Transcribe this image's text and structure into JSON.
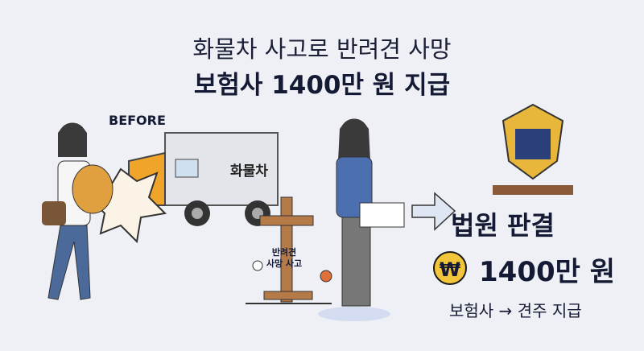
{
  "headline": {
    "line1": "화물차 사고로 반려견 사망",
    "line2": "보험사 1400만 원 지급"
  },
  "scene": {
    "before_label": "BEFORE",
    "truck_label": "화물차",
    "cross_label_line1": "반려견",
    "cross_label_line2": "사망 사고"
  },
  "verdict": {
    "court_label": "법원 판결",
    "currency_symbol": "₩",
    "amount": "1400만 원",
    "payment_flow": "보험사 → 견주 지급"
  },
  "colors": {
    "background": "#eef0f6",
    "text": "#141a33",
    "coin": "#f3c53a",
    "truck": "#f0a52a"
  }
}
